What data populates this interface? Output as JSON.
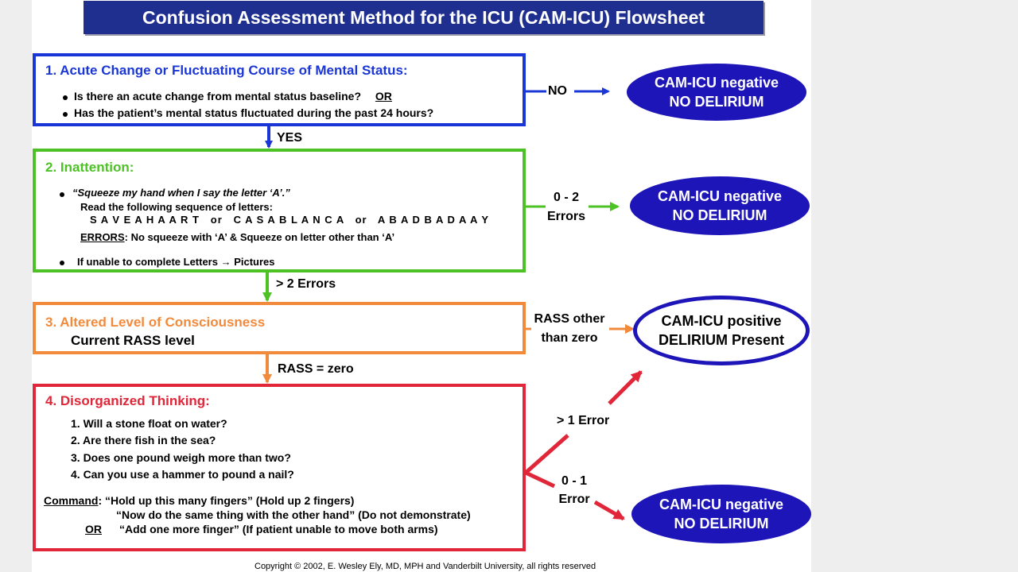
{
  "title": "Confusion Assessment Method for the ICU (CAM-ICU) Flowsheet",
  "step1": {
    "heading": "1. Acute Change or Fluctuating Course of Mental Status:",
    "q1": "Is there an acute change from mental status baseline?",
    "q1_or": "OR",
    "q2": "Has the patient’s mental status fluctuated during the past 24 hours?"
  },
  "step2": {
    "heading": "2. Inattention:",
    "instruction": "“Squeeze my hand when I say the letter ‘A’.”",
    "read_line": "Read the following sequence of letters:",
    "sequence": "S A V E A H A A R T   or   C A S A B L A N C A   or   A B A D B A D A A Y",
    "errors_label": "ERRORS",
    "errors_text": ": No squeeze with ‘A’ & Squeeze on letter other than ‘A’",
    "pictures": "If unable to complete Letters → Pictures"
  },
  "step3": {
    "heading": "3. Altered Level of Consciousness",
    "sub": "Current RASS level"
  },
  "step4": {
    "heading": "4. Disorganized Thinking:",
    "questions": [
      "1. Will a stone float on water?",
      "2. Are there fish in the sea?",
      "3. Does one pound weigh more than two?",
      "4. Can you use a hammer to pound a nail?"
    ],
    "command_label": "Command",
    "command_1": ":  “Hold up this many fingers” (Hold up 2 fingers)",
    "command_2": "“Now do the same thing with the other hand” (Do not demonstrate)",
    "or_label": "OR",
    "command_3": "“Add one more finger” (If patient unable to move both arms)"
  },
  "edges": {
    "no": "NO",
    "yes": "YES",
    "errors_0_2_a": "0 - 2",
    "errors_0_2_b": "Errors",
    "gt2_errors": "> 2 Errors",
    "rass_other_a": "RASS other",
    "rass_other_b": "than zero",
    "rass_zero": "RASS = zero",
    "gt1_error": "> 1 Error",
    "err_0_1_a": "0 - 1",
    "err_0_1_b": "Error"
  },
  "outcomes": {
    "neg_line1": "CAM-ICU negative",
    "neg_line2": "NO DELIRIUM",
    "pos_line1": "CAM-ICU positive",
    "pos_line2": "DELIRIUM Present"
  },
  "footer": "Copyright © 2002, E. Wesley Ely, MD, MPH and Vanderbilt University, all rights reserved",
  "colors": {
    "step1": "#1a36d6",
    "step2": "#4dc225",
    "step3": "#f28a3c",
    "step4": "#e02638",
    "outcome": "#1e15b8",
    "title_bg": "#1f2f8f"
  }
}
